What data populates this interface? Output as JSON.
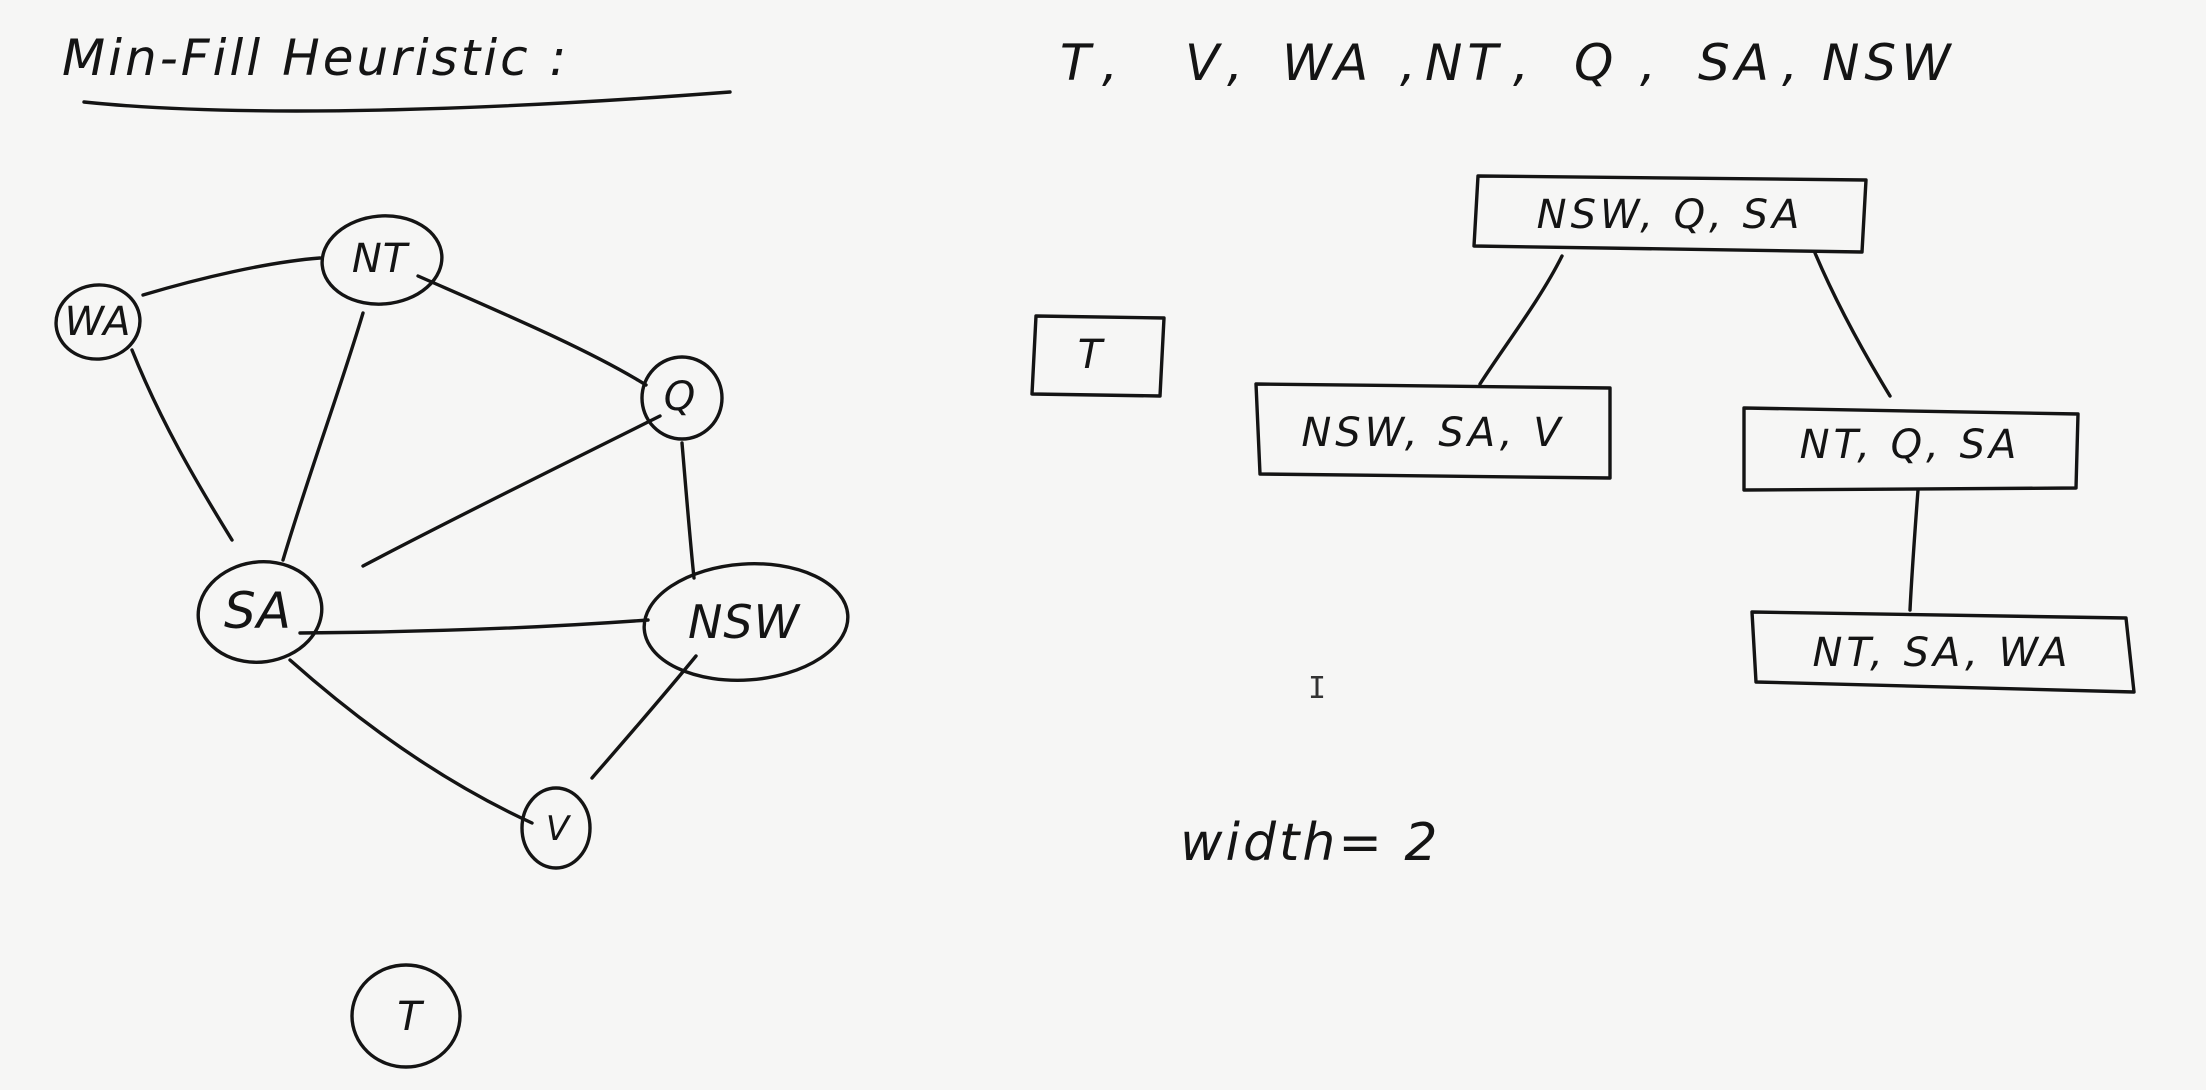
{
  "whiteboard": {
    "title": "Min-Fill Heuristic :",
    "elimination_order": [
      "T",
      "V",
      "WA",
      "NT",
      "Q",
      "SA",
      "NSW"
    ],
    "constraint_graph": {
      "nodes": [
        "WA",
        "NT",
        "Q",
        "SA",
        "NSW",
        "V",
        "T"
      ],
      "edges": [
        [
          "WA",
          "NT"
        ],
        [
          "WA",
          "SA"
        ],
        [
          "NT",
          "SA"
        ],
        [
          "NT",
          "Q"
        ],
        [
          "Q",
          "SA"
        ],
        [
          "Q",
          "NSW"
        ],
        [
          "SA",
          "NSW"
        ],
        [
          "SA",
          "V"
        ],
        [
          "NSW",
          "V"
        ]
      ]
    },
    "tree_decomposition": {
      "bags": {
        "t": "T",
        "root": "NSW, Q, SA",
        "left": "NSW, SA, V",
        "right": "NT, Q, SA",
        "bottom": "NT, SA, WA"
      },
      "edges": [
        [
          "root",
          "left"
        ],
        [
          "root",
          "right"
        ],
        [
          "right",
          "bottom"
        ]
      ]
    },
    "width_label": "width= 2",
    "ink_color": "#141414",
    "background_color": "#f6f6f5"
  }
}
